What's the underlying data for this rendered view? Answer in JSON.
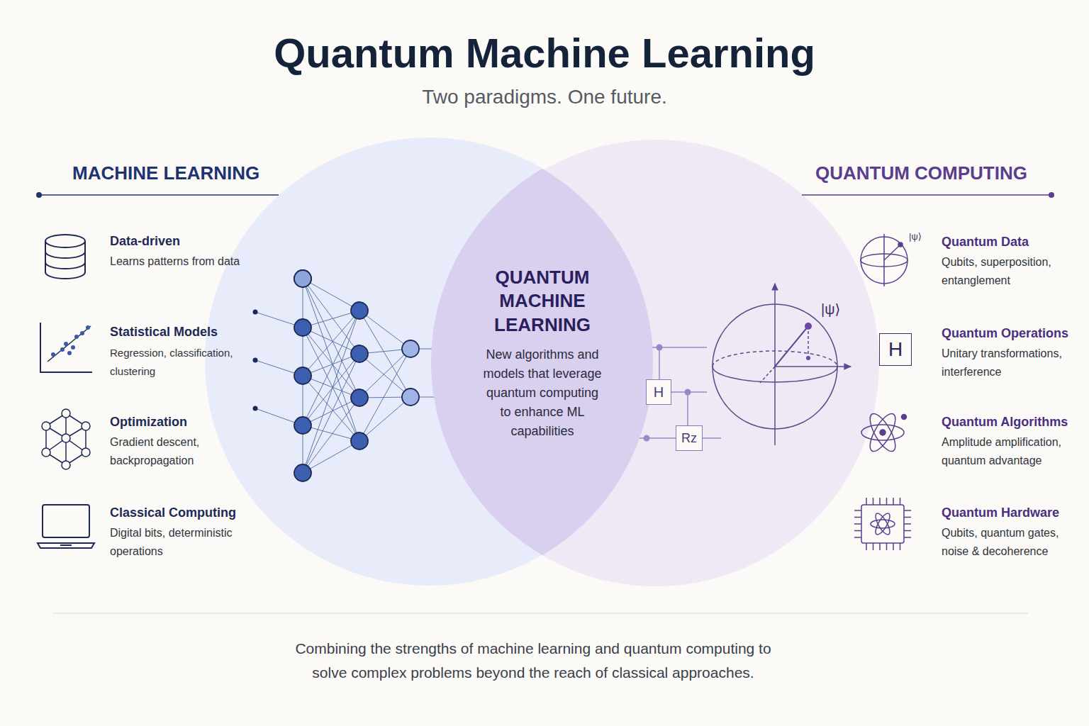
{
  "diagram": {
    "title": "Quantum Machine Learning",
    "caption": "Combining the strengths of machine learning and quantum computing to solve complex problems beyond the reach of classical approaches.",
    "nodes": [
      {
        "text": [
          "QUANTUM MACHINE LEARNING",
          "New algorithms and models that leverage quantum computing to enhance ML capabilities"
        ]
      },
      {
        "text": [
          "H"
        ]
      },
      {
        "text": [
          "Rz"
        ]
      },
      {
        "text": [
          "H"
        ]
      }
    ],
    "labels": [
      "Two paradigms. One future.",
      "MACHINE LEARNING",
      "Data-driven",
      "Learns patterns from data",
      "Statistical Models",
      "Regression, classification, clustering",
      "Optimization",
      "Gradient descent, backpropagation",
      "Classical Computing",
      "Digital bits, deterministic operations",
      "QUANTUM COMPUTING",
      "Quantum Data",
      "Qubits, superposition, entanglement",
      "Quantum Operations",
      "Unitary transformations, interference",
      "Quantum Algorithms",
      "Amplitude amplification, quantum advantage",
      "Quantum Hardware",
      "Qubits, quantum gates, noise & decoherence",
      "|ψ⟩",
      "|ψ⟩"
    ]
  }
}
